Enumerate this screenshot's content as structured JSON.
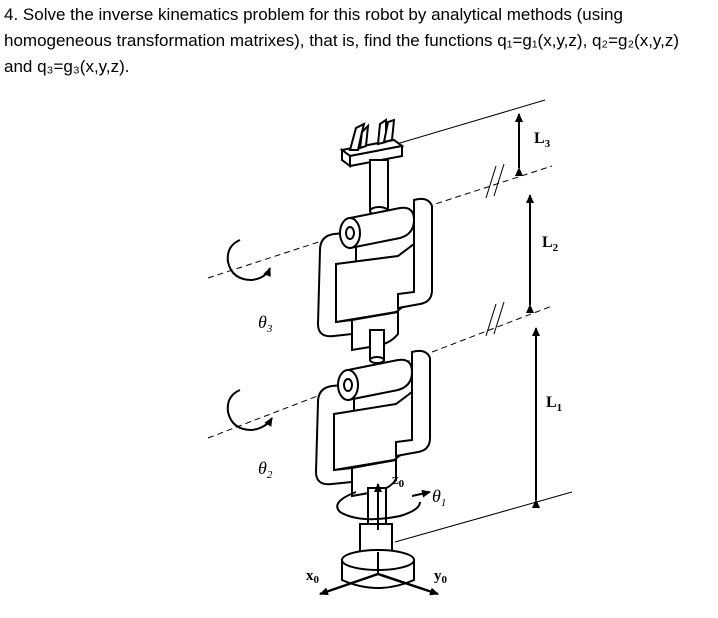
{
  "question": {
    "number": "4.",
    "line1": "Solve the inverse kinematics problem for this robot by analytical methods (using",
    "line2_start": "homogeneous transformation matrixes), that is, find the functions ",
    "eq_q1": "q₁=g₁(x,y,z), ",
    "eq_q2": "q₂=g₂(x,y,z)",
    "line3_start": "and ",
    "eq_q3": "q₃=g₃(x,y,z)."
  },
  "figure": {
    "labels": {
      "L3": "L",
      "L3_sub": "3",
      "L2": "L",
      "L2_sub": "2",
      "L1": "L",
      "L1_sub": "1",
      "theta3": "θ",
      "theta3_sub": "3",
      "theta2": "θ",
      "theta2_sub": "2",
      "theta1": "θ",
      "theta1_sub": "1",
      "z0": "z",
      "z0_sub": "0",
      "x0": "x",
      "x0_sub": "0",
      "y0": "y",
      "y0_sub": "0"
    }
  }
}
